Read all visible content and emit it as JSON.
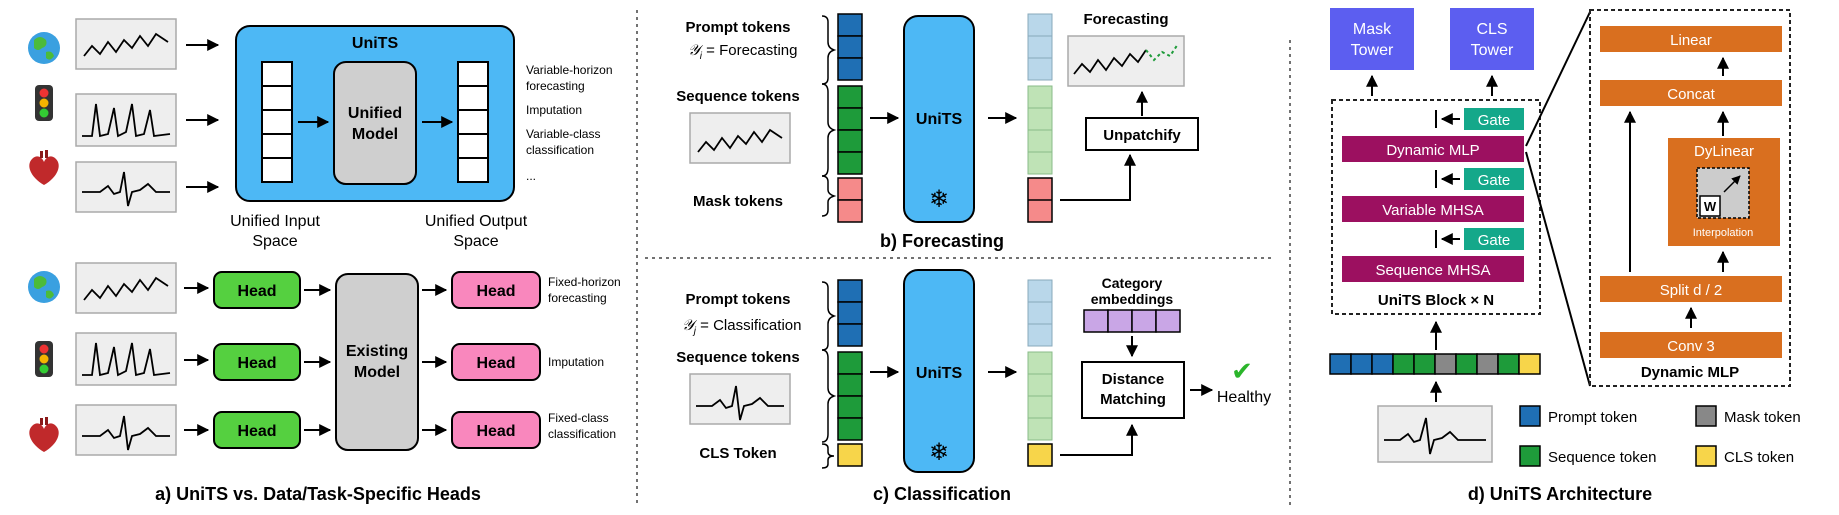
{
  "panel_a": {
    "caption": "a) UniTS vs. Data/Task-Specific Heads",
    "units_title": "UniTS",
    "unified_model": [
      "Unified",
      "Model"
    ],
    "input_space": [
      "Unified Input",
      "Space"
    ],
    "output_space": [
      "Unified Output",
      "Space"
    ],
    "tasks_top": [
      [
        "Variable-horizon",
        "forecasting"
      ],
      [
        "Imputation"
      ],
      [
        "Variable-class",
        "classification"
      ],
      [
        "..."
      ]
    ],
    "head_label": "Head",
    "existing_model": [
      "Existing",
      "Model"
    ],
    "tasks_bottom": [
      [
        "Fixed-horizon",
        "forecasting"
      ],
      [
        "Imputation"
      ],
      [
        "Fixed-class",
        "classification"
      ]
    ]
  },
  "panel_b": {
    "caption": "b) Forecasting",
    "prompt_tokens": "Prompt tokens",
    "prompt_formula_sym": "𝒴",
    "prompt_formula_sub": "i",
    "prompt_formula_rest": " = Forecasting",
    "sequence_tokens": "Sequence tokens",
    "mask_tokens": "Mask tokens",
    "units": "UniTS",
    "forecasting": "Forecasting",
    "unpatchify": "Unpatchify",
    "snowflake": "❄"
  },
  "panel_c": {
    "caption": "c) Classification",
    "prompt_tokens": "Prompt tokens",
    "prompt_formula_sym": "𝒴",
    "prompt_formula_sub": "j",
    "prompt_formula_rest": " = Classification",
    "sequence_tokens": "Sequence tokens",
    "cls_token": "CLS Token",
    "units": "UniTS",
    "category_embeddings": [
      "Category",
      "embeddings"
    ],
    "distance_matching": [
      "Distance",
      "Matching"
    ],
    "healthy": "Healthy",
    "check": "✔",
    "snowflake": "❄"
  },
  "panel_d": {
    "caption": "d) UniTS Architecture",
    "mask_tower": [
      "Mask",
      "Tower"
    ],
    "cls_tower": [
      "CLS",
      "Tower"
    ],
    "gate": "Gate",
    "dynamic_mlp": "Dynamic MLP",
    "variable_mhsa": "Variable MHSA",
    "sequence_mhsa": "Sequence MHSA",
    "block_label": "UniTS Block × N",
    "mlp_detail": {
      "linear": "Linear",
      "concat": "Concat",
      "dylinear": "DyLinear",
      "w": "W",
      "interpolation": "Interpolation",
      "split": "Split d / 2",
      "conv": "Conv 3",
      "title": "Dynamic MLP"
    },
    "legend": [
      {
        "label": "Prompt token",
        "color": "#1f6fb4"
      },
      {
        "label": "Mask token",
        "color": "#888888"
      },
      {
        "label": "Sequence token",
        "color": "#1e9b3a"
      },
      {
        "label": "CLS token",
        "color": "#f7d54a"
      }
    ]
  },
  "colors": {
    "units_blue": "#4db8f5",
    "head_green": "#55d040",
    "head_pink": "#f987bd",
    "tower_blue": "#5c5ef0",
    "maroon": "#9c1060",
    "gate_teal": "#14a88a",
    "orange": "#d96f1f",
    "prompt_blue": "#1f6fb4",
    "seq_green": "#1e9b3a",
    "mask_red": "#f58a8a",
    "cls_yellow": "#f7d54a",
    "light_blue": "#b9d7ea",
    "light_green": "#bfe3b6",
    "cat_purple": "#c9a6e6"
  }
}
